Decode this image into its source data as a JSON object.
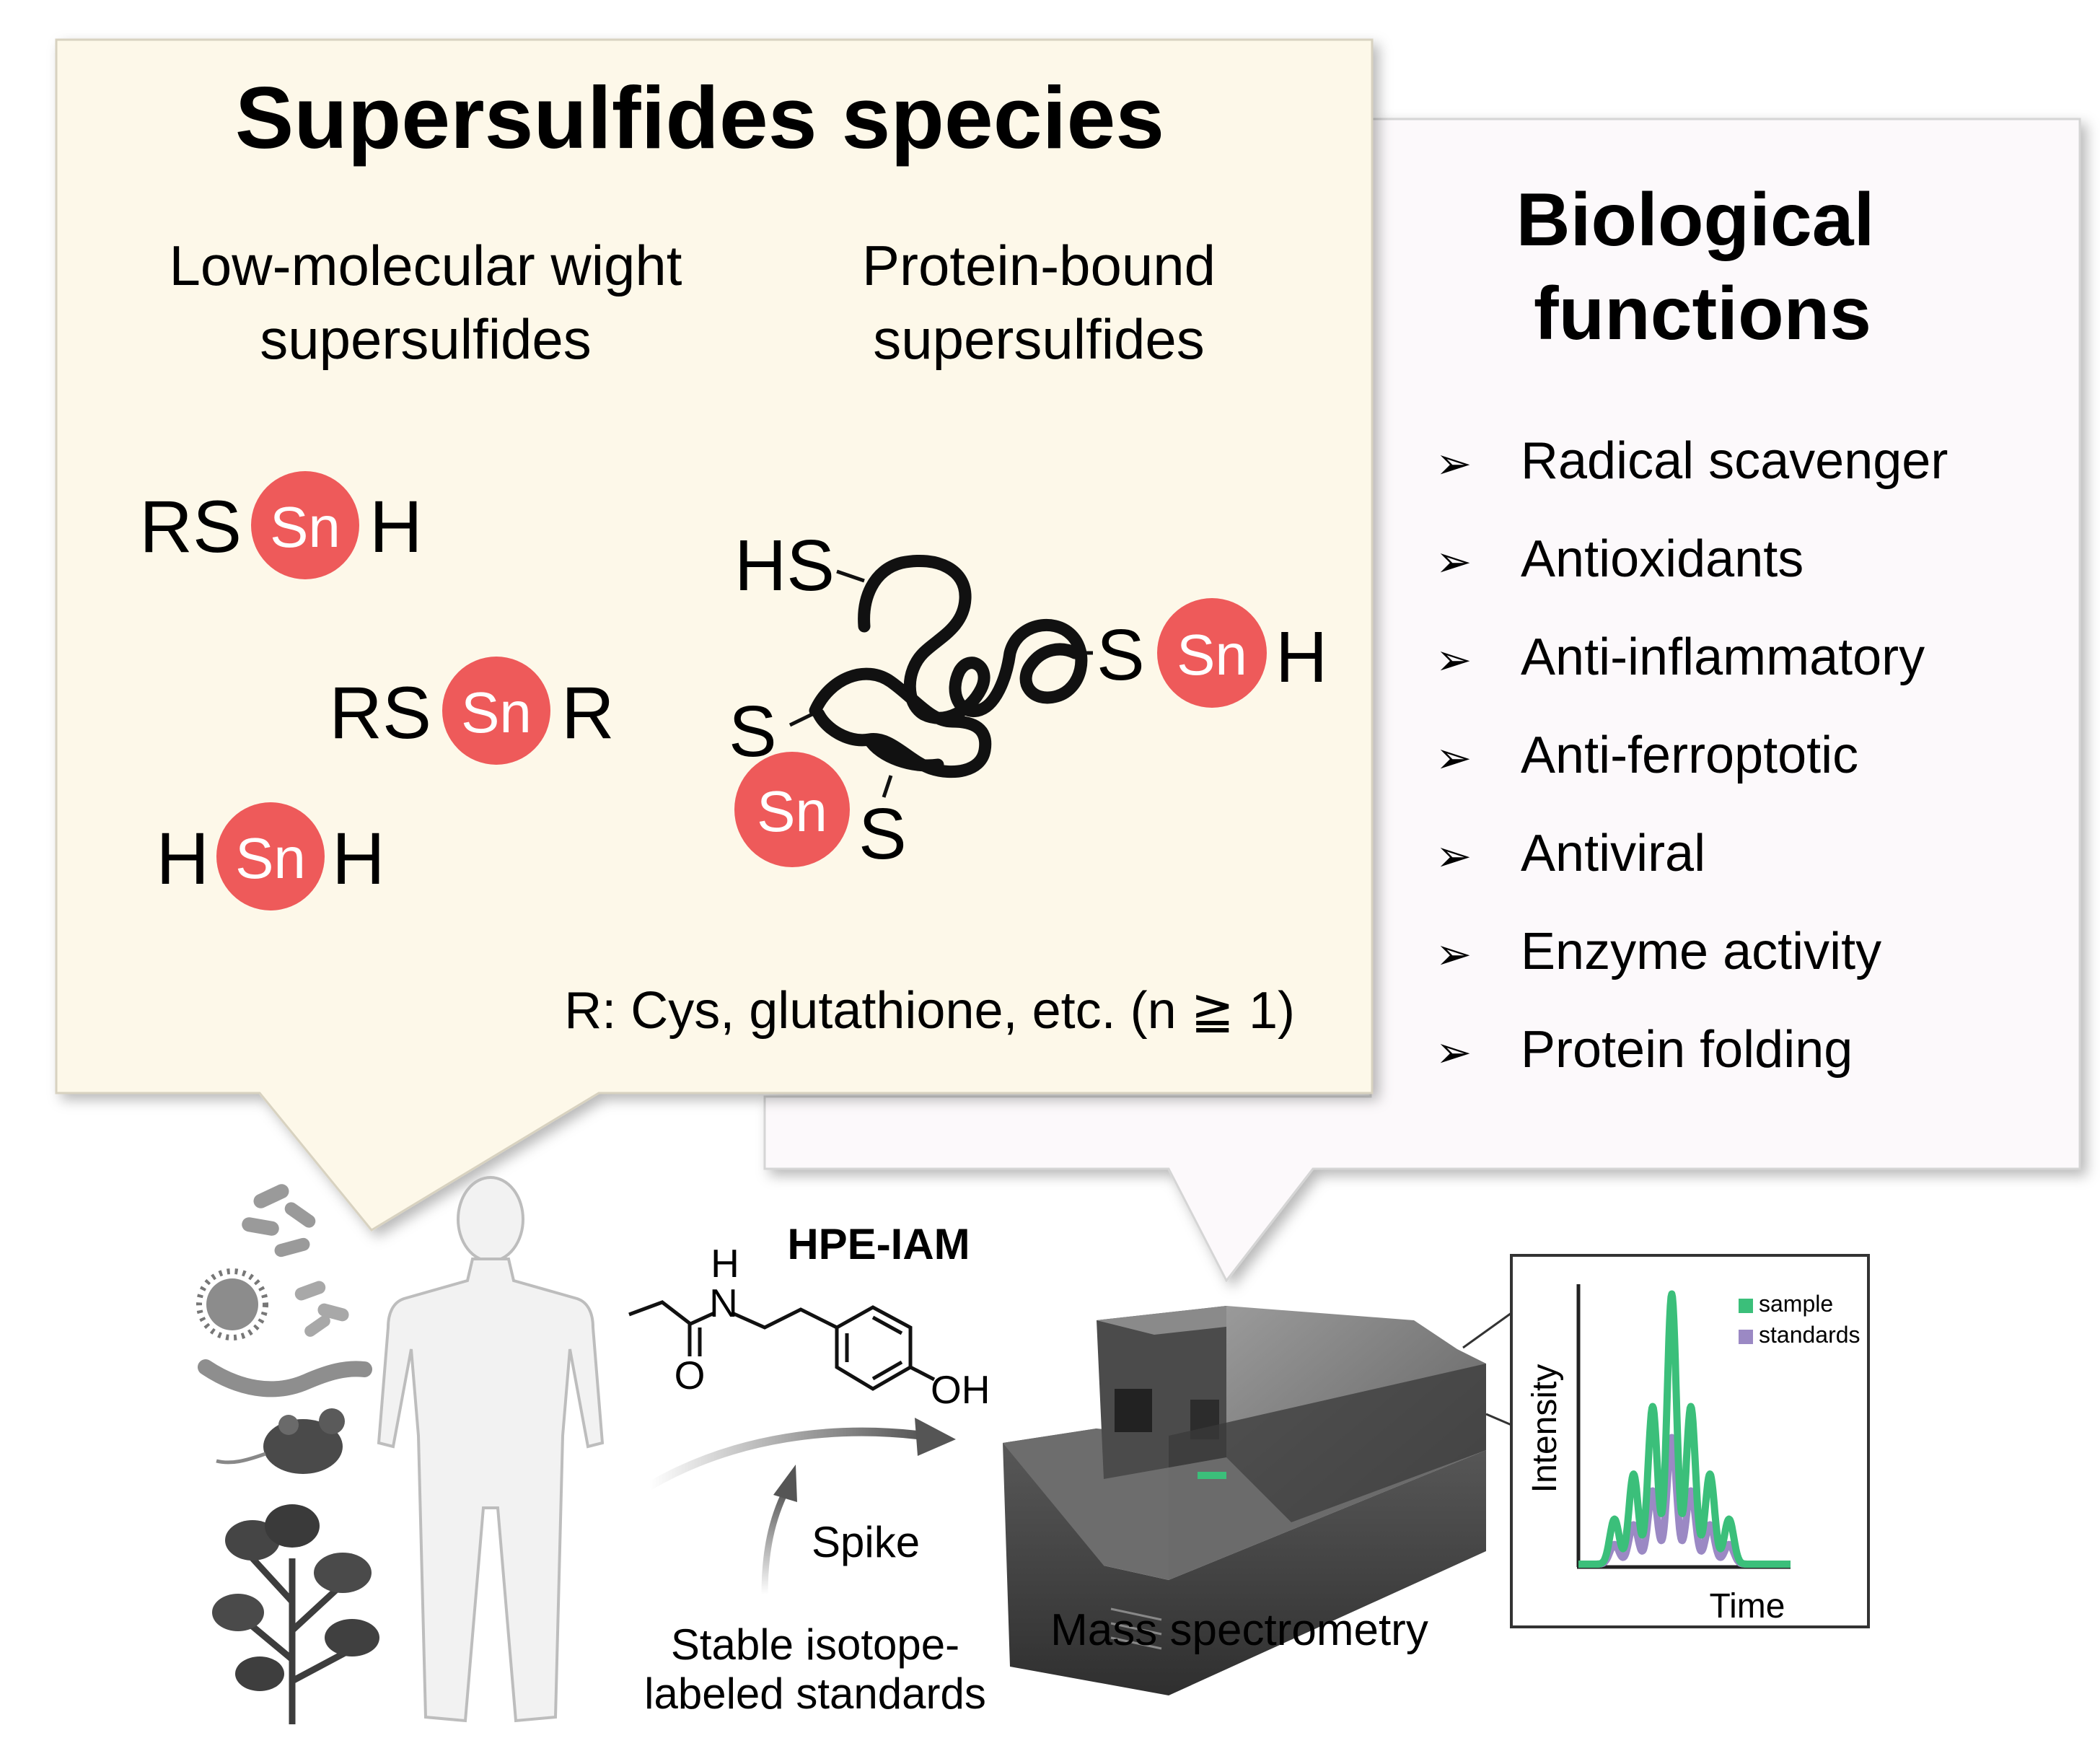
{
  "species": {
    "title": "Supersulfides species",
    "low_mw_line1": "Low-molecular wight",
    "low_mw_line2": "supersulfides",
    "protein_line1": "Protein-bound",
    "protein_line2": "supersulfides",
    "sn_label": "Sn",
    "formula1": {
      "left": "RS",
      "right": "H"
    },
    "formula2": {
      "left": "RS",
      "right": "R"
    },
    "formula3": {
      "left": "H",
      "right": "H"
    },
    "protein_hs": "HS",
    "protein_s_right": "S",
    "protein_h_right": "H",
    "protein_s_left": "S",
    "protein_s_bottom": "S",
    "footnote": "R: Cys, glutathione, etc. (n ≧ 1)"
  },
  "functions": {
    "title_line1": "Biological",
    "title_line2": "functions",
    "bullet_glyph": "➢",
    "items": [
      "Radical scavenger",
      "Antioxidants",
      "Anti-inflammatory",
      "Anti-ferroptotic",
      "Antiviral",
      "Enzyme activity",
      "Protein folding"
    ]
  },
  "workflow": {
    "reagent_name": "HPE-IAM",
    "atom_h": "H",
    "atom_n": "N",
    "atom_o": "O",
    "atom_oh": "OH",
    "spike_label": "Spike",
    "standards_line1": "Stable isotope-",
    "standards_line2": "labeled standards",
    "ms_label": "Mass spectrometry"
  },
  "chart_data": {
    "type": "line",
    "xlabel": "Time",
    "ylabel": "Intensity",
    "legend_position": "top-right",
    "grid": false,
    "series": [
      {
        "name": "sample",
        "color": "#3bbf7a",
        "peaks": [
          {
            "t": 0.17,
            "h": 0.16
          },
          {
            "t": 0.26,
            "h": 0.32
          },
          {
            "t": 0.35,
            "h": 0.56
          },
          {
            "t": 0.44,
            "h": 0.96
          },
          {
            "t": 0.53,
            "h": 0.56
          },
          {
            "t": 0.62,
            "h": 0.32
          },
          {
            "t": 0.71,
            "h": 0.16
          }
        ]
      },
      {
        "name": "standards",
        "color": "#9b89c4",
        "peaks": [
          {
            "t": 0.17,
            "h": 0.07
          },
          {
            "t": 0.26,
            "h": 0.14
          },
          {
            "t": 0.35,
            "h": 0.26
          },
          {
            "t": 0.44,
            "h": 0.45
          },
          {
            "t": 0.53,
            "h": 0.26
          },
          {
            "t": 0.62,
            "h": 0.14
          },
          {
            "t": 0.71,
            "h": 0.07
          }
        ]
      }
    ]
  },
  "colors": {
    "species_panel": "#fdf8e9",
    "functions_panel": "#fcf9fb",
    "sn_ball": "#ee5a5a",
    "sample": "#3bbf7a",
    "standards": "#9b89c4"
  }
}
